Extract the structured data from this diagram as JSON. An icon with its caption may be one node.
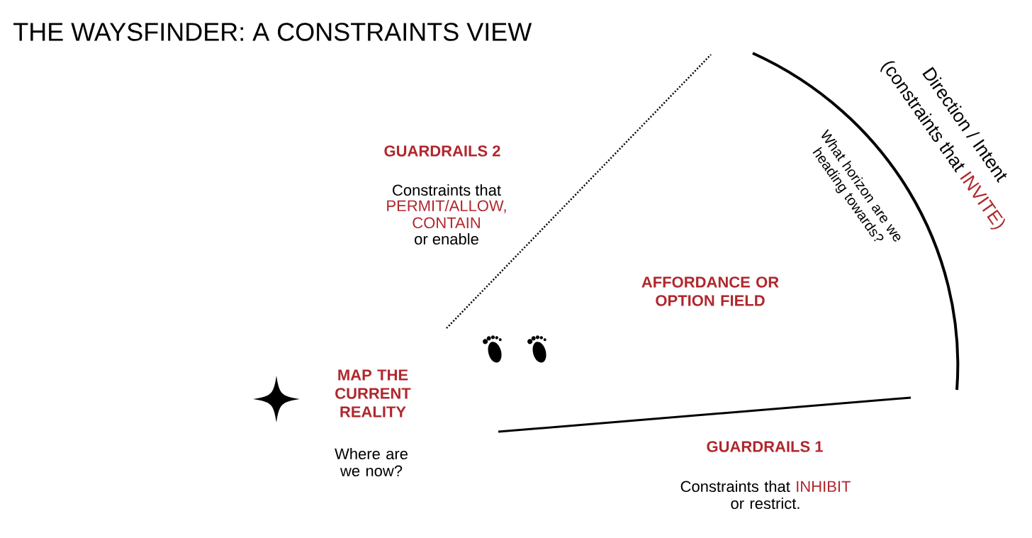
{
  "diagram": {
    "title": "THE WAYSFINDER:  A CONSTRAINTS VIEW",
    "labels": [
      "GUARDRAILS 2",
      "Constraints that",
      "PERMIT/ALLOW, CONTAIN",
      "or enable",
      "Direction / Intent",
      "(constraints that",
      "INVITE)",
      "What horizon are we heading towards?",
      "AFFORDANCE OR OPTION FIELD",
      "MAP THE CURRENT REALITY",
      "Where are we now?",
      "GUARDRAILS 1",
      "Constraints that",
      "INHIBIT",
      "or restrict."
    ]
  }
}
